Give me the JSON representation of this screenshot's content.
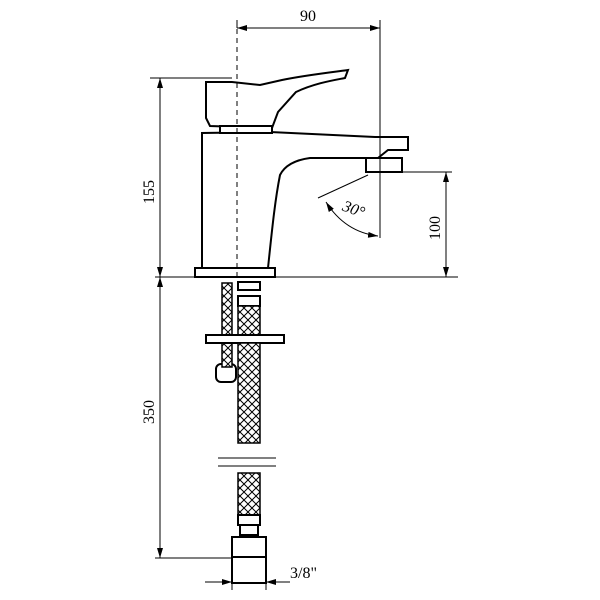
{
  "drawing": {
    "dimensions": {
      "width_top": "90",
      "body_height": "155",
      "spout_height": "100",
      "hose_length": "350",
      "connector_size": "3/8\"",
      "spout_angle": "30°"
    }
  }
}
